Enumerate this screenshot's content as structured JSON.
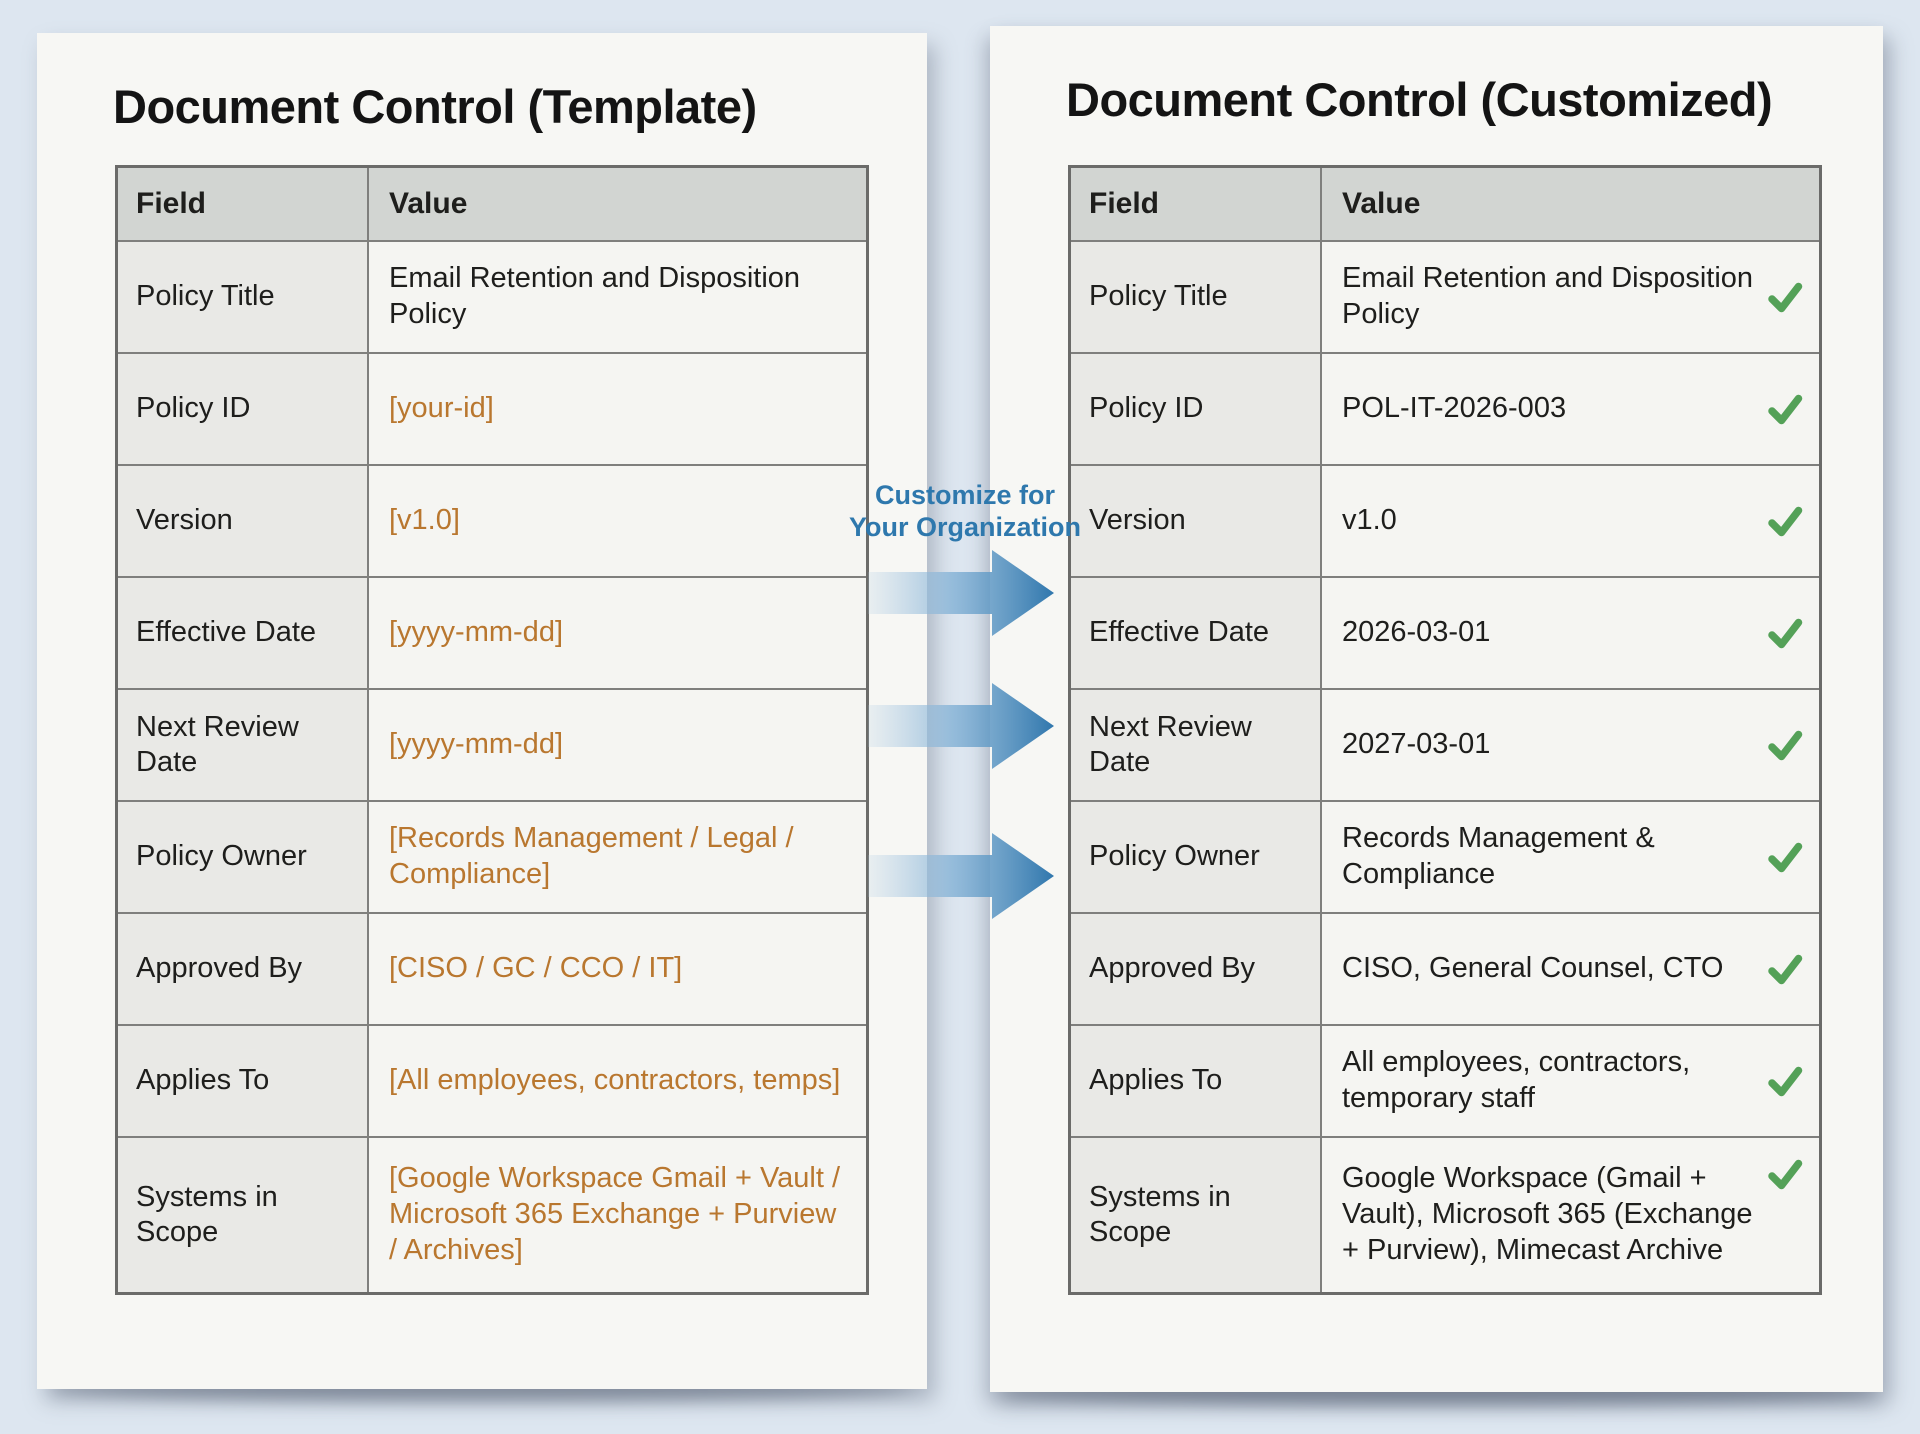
{
  "colors": {
    "background": "#dde6f0",
    "page": "#f7f7f4",
    "table_header_fill": "#d2d5d2",
    "field_column_fill": "#e9e9e6",
    "value_column_fill": "#f5f5f2",
    "table_border": "#6b6b69",
    "placeholder_text": "#b9772f",
    "connector_blue": "#2e78ad",
    "arrow_blue": "#3077ad",
    "check_green": "#54a158"
  },
  "left_panel": {
    "title": "Document Control (Template)",
    "columns": {
      "field": "Field",
      "value": "Value"
    },
    "rows": [
      {
        "field": "Policy Title",
        "value": "Email Retention and Disposition Policy"
      },
      {
        "field": "Policy ID",
        "value": "[your-id]"
      },
      {
        "field": "Version",
        "value": "[v1.0]"
      },
      {
        "field": "Effective Date",
        "value": "[yyyy-mm-dd]"
      },
      {
        "field": "Next Review Date",
        "value": "[yyyy-mm-dd]"
      },
      {
        "field": "Policy Owner",
        "value": "[Records Management / Legal / Compliance]"
      },
      {
        "field": "Approved By",
        "value": "[CISO / GC / CCO / IT]"
      },
      {
        "field": "Applies To",
        "value": "[All employees, contractors, temps]"
      },
      {
        "field": "Systems in Scope",
        "value": "[Google Workspace Gmail + Vault / Microsoft 365 Exchange + Purview / Archives]"
      }
    ]
  },
  "connector": {
    "label_line1": "Customize for",
    "label_line2": "Your Organization",
    "arrow_count": 3
  },
  "right_panel": {
    "title": "Document Control (Customized)",
    "columns": {
      "field": "Field",
      "value": "Value"
    },
    "rows": [
      {
        "field": "Policy Title",
        "value": "Email Retention and Disposition Policy",
        "checked": true
      },
      {
        "field": "Policy ID",
        "value": "POL-IT-2026-003",
        "checked": true
      },
      {
        "field": "Version",
        "value": "v1.0",
        "checked": true
      },
      {
        "field": "Effective Date",
        "value": "2026-03-01",
        "checked": true
      },
      {
        "field": "Next Review Date",
        "value": "2027-03-01",
        "checked": true
      },
      {
        "field": "Policy Owner",
        "value": "Records Management & Compliance",
        "checked": true
      },
      {
        "field": "Approved By",
        "value": "CISO, General Counsel, CTO",
        "checked": true
      },
      {
        "field": "Applies To",
        "value": "All employees, contractors, temporary staff",
        "checked": true
      },
      {
        "field": "Systems in Scope",
        "value": "Google Workspace (Gmail + Vault), Microsoft 365 (Exchange + Purview), Mimecast Archive",
        "checked": true
      }
    ]
  }
}
